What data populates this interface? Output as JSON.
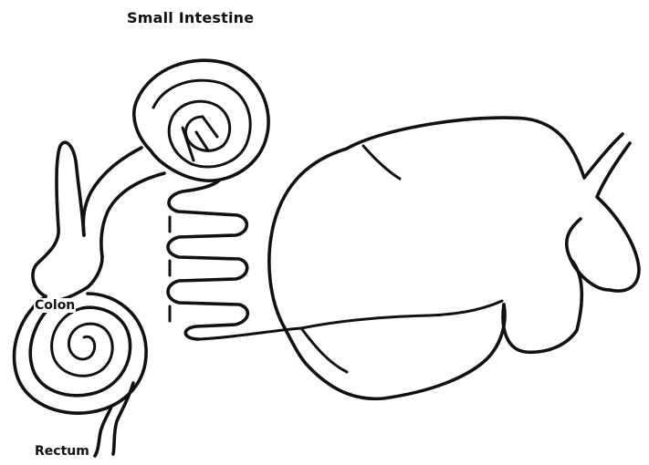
{
  "labels": {
    "small_intestine": "Small Intestine",
    "colon": "Colon",
    "rectum": "Rectum"
  },
  "colors": {
    "line": "#111111",
    "background": "#ffffff"
  }
}
